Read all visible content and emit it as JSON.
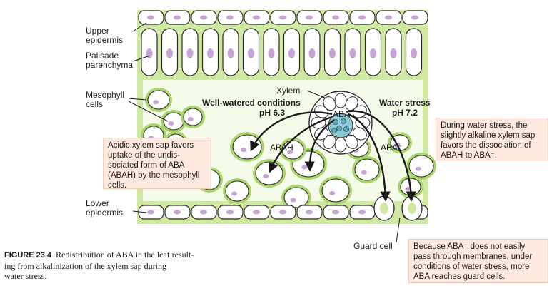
{
  "labels": {
    "upper_epidermis": [
      "Upper",
      "epidermis"
    ],
    "palisade": [
      "Palisade",
      "parenchyma"
    ],
    "mesophyll": [
      "Mesophyll",
      "cells"
    ],
    "lower_epidermis": [
      "Lower",
      "epidermis"
    ],
    "xylem": "Xylem",
    "well_watered": "Well-watered conditions",
    "ph_low": "pH 6.3",
    "water_stress": "Water stress",
    "ph_high": "pH 7.2",
    "aba": "ABA",
    "abah": "ABAH",
    "aba_minus": "ABA⁻",
    "guard_cell": "Guard cell"
  },
  "notes": {
    "acidic": "Acidic xylem sap favors\nuptake of the undis-\nsociated form of ABA\n(ABAH) by the mesophyll\ncells.",
    "alkaline": "During water stress, the\nslightly alkaline xylem sap\nfavors the dissociation of\nABAH to ABA⁻.",
    "guard": "Because ABA⁻ does not easily\npass through membranes, under\nconditions of water stress, more\nABA reaches guard cells."
  },
  "caption": {
    "number": "FIGURE 23.4",
    "text": "Redistribution of ABA in the leaf result-\ning from alkalinization of the xylem sap during\nwater stress."
  },
  "colors": {
    "tissue_green": "#cfe8a2",
    "cell_fill": "#ffffff",
    "nucleus": "#c8a3d6",
    "outline": "#2b2b2b",
    "note_bg": "#fde9de",
    "xylem_blue": "#8ec9d6"
  }
}
